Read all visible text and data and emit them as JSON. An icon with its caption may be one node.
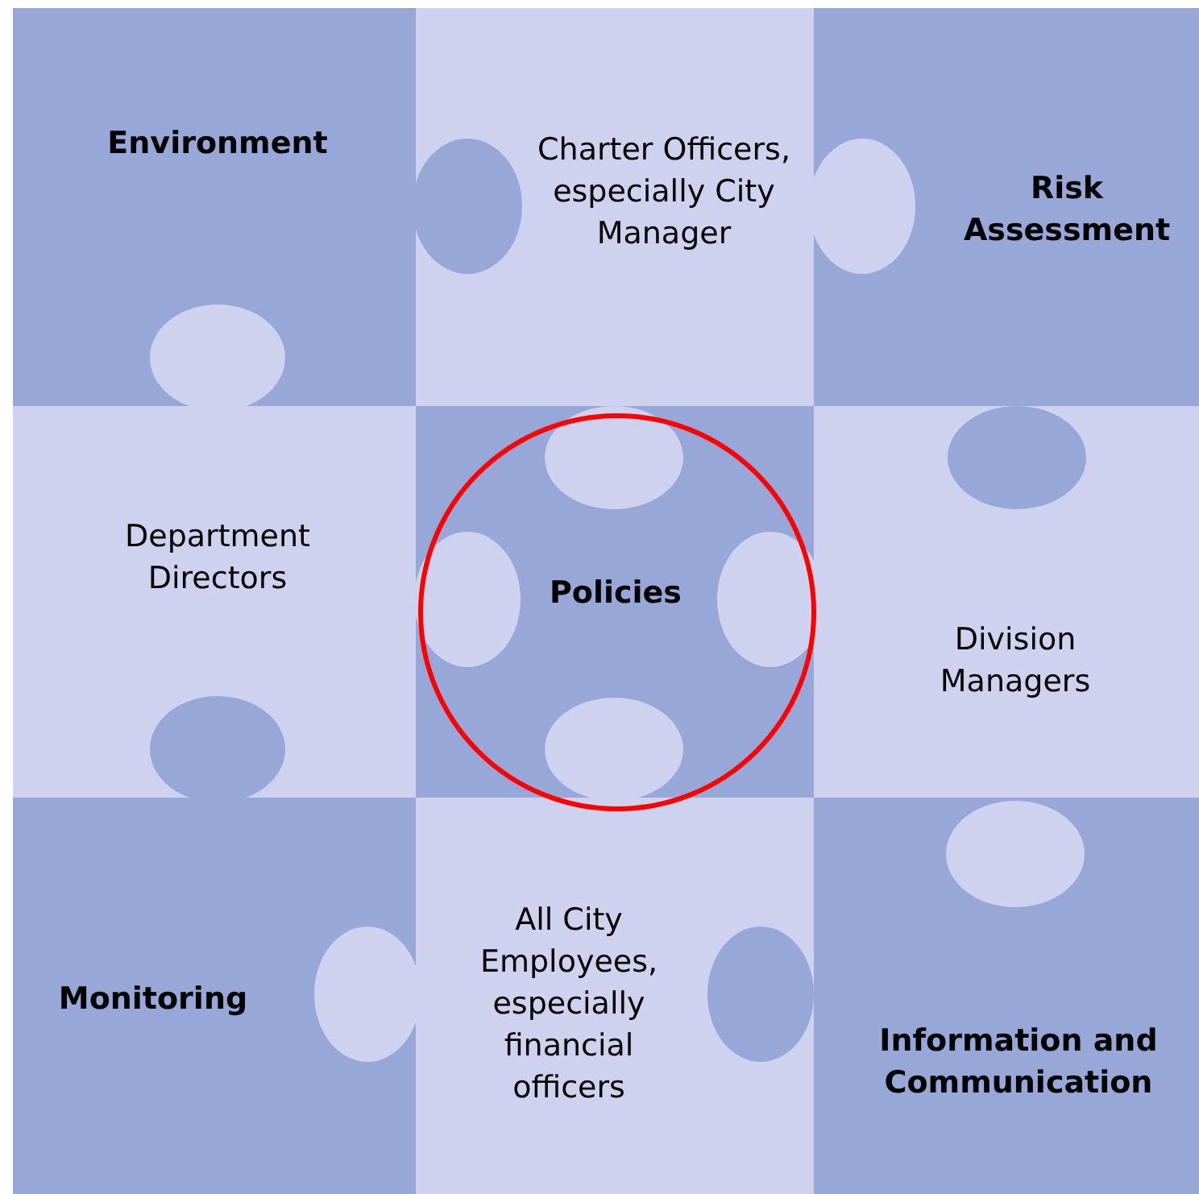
{
  "diagram": {
    "nodes": [
      {
        "text": [
          "Environment"
        ]
      },
      {
        "text": [
          "Charter Officers, especially City Manager"
        ]
      },
      {
        "text": [
          "Risk Assessment"
        ]
      },
      {
        "text": [
          "Department Directors"
        ]
      },
      {
        "text": [
          "Policies"
        ]
      },
      {
        "text": [
          "Division Managers"
        ]
      },
      {
        "text": [
          "Monitoring"
        ]
      },
      {
        "text": [
          "All City Employees, especially financial officers"
        ]
      },
      {
        "text": [
          "Information and Communication"
        ]
      }
    ]
  }
}
